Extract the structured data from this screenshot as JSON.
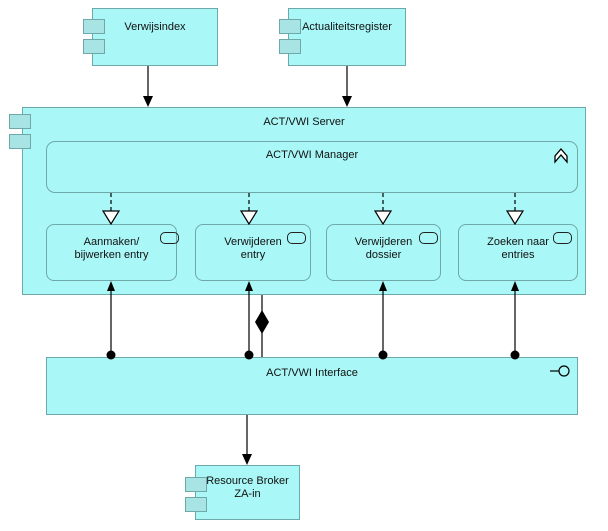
{
  "diagram": {
    "title": "ACT/VWI component diagram",
    "colors": {
      "node_fill": "#aaf7f7",
      "node_border": "#6fa8a8",
      "tab_fill": "#a8e4e4",
      "line": "#000000",
      "background": "#ffffff"
    }
  },
  "nodes": {
    "verwijsindex": {
      "label": "Verwijsindex",
      "type": "component"
    },
    "actualiteitsregister": {
      "label": "Actualiteitsregister",
      "type": "component"
    },
    "server": {
      "label": "ACT/VWI Server",
      "type": "component"
    },
    "manager": {
      "label": "ACT/VWI Manager",
      "type": "application-component"
    },
    "service1": {
      "label": "Aanmaken/\nbijwerken entry",
      "type": "application-service"
    },
    "service2": {
      "label": "Verwijderen\nentry",
      "type": "application-service"
    },
    "service3": {
      "label": "Verwijderen\ndossier",
      "type": "application-service"
    },
    "service4": {
      "label": "Zoeken naar\nentries",
      "type": "application-service"
    },
    "interface": {
      "label": "ACT/VWI Interface",
      "type": "component-with-provided-interface"
    },
    "broker": {
      "label": "Resource Broker\nZA-in",
      "type": "component"
    }
  },
  "icons": {
    "component_tab": "component-tab-icon",
    "service_pill": "rounded-rectangle-icon",
    "manager_chevron": "chevron-up-icon",
    "provided_interface": "lollipop-icon",
    "realization_arrow": "hollow-triangle-arrowhead",
    "usage_arrow": "solid-arrowhead",
    "composition": "filled-diamond",
    "ball_end": "filled-circle"
  },
  "connections": [
    {
      "from": "verwijsindex",
      "to": "server",
      "style": "solid-arrow"
    },
    {
      "from": "actualiteitsregister",
      "to": "server",
      "style": "solid-arrow"
    },
    {
      "from": "manager",
      "to": "service1",
      "style": "dashed-realization"
    },
    {
      "from": "manager",
      "to": "service2",
      "style": "dashed-realization"
    },
    {
      "from": "manager",
      "to": "service3",
      "style": "dashed-realization"
    },
    {
      "from": "manager",
      "to": "service4",
      "style": "dashed-realization"
    },
    {
      "from": "interface",
      "to": "service1",
      "style": "ball-to-arrow"
    },
    {
      "from": "interface",
      "to": "service2",
      "style": "ball-to-arrow"
    },
    {
      "from": "interface",
      "to": "service3",
      "style": "ball-to-arrow"
    },
    {
      "from": "interface",
      "to": "service4",
      "style": "ball-to-arrow"
    },
    {
      "from": "server",
      "to": "interface",
      "style": "composition-diamond"
    },
    {
      "from": "interface",
      "to": "broker",
      "style": "solid-arrow"
    }
  ]
}
